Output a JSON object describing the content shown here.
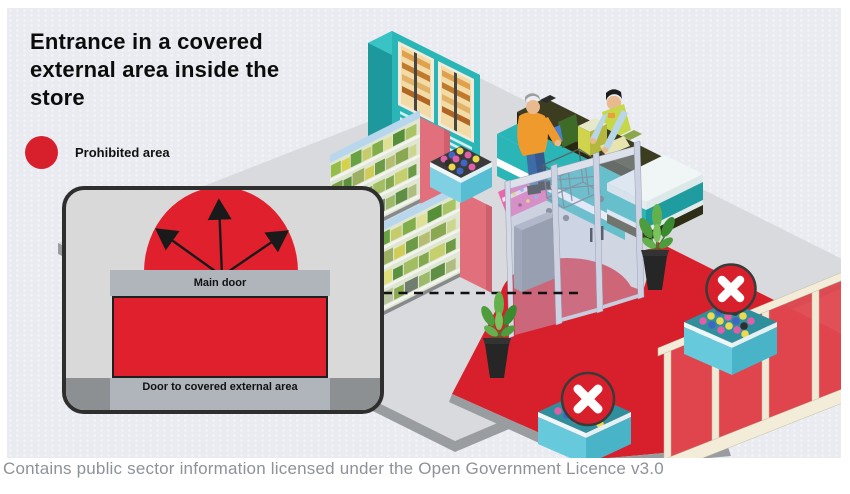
{
  "header": {
    "title": "Entrance in a covered external area inside the store"
  },
  "legend": {
    "label": "Prohibited area",
    "swatch_color": "#d8202c"
  },
  "inset_diagram": {
    "main_door_label": "Main door",
    "external_door_label": "Door to covered external area",
    "prohibited_color": "#e0202c",
    "panel_color": "#d9d9d9"
  },
  "scene": {
    "prohibited_floor_color": "#d8202c",
    "store_floor_color": "#d9dadd",
    "teal_accent": "#2ab5b7",
    "elements": [
      "refrigerator",
      "shelving-units",
      "ball-bin",
      "checkout-counter",
      "customer",
      "cashier",
      "shopping-trolley",
      "glass-entrance-doors",
      "potted-plants",
      "covered-external-area-floor",
      "glass-partition",
      "product-bins",
      "prohibited-x-markers",
      "boundary-dashed-line"
    ]
  },
  "footer": {
    "license_text": "Contains public sector information licensed under the Open Government Licence v3.0"
  }
}
